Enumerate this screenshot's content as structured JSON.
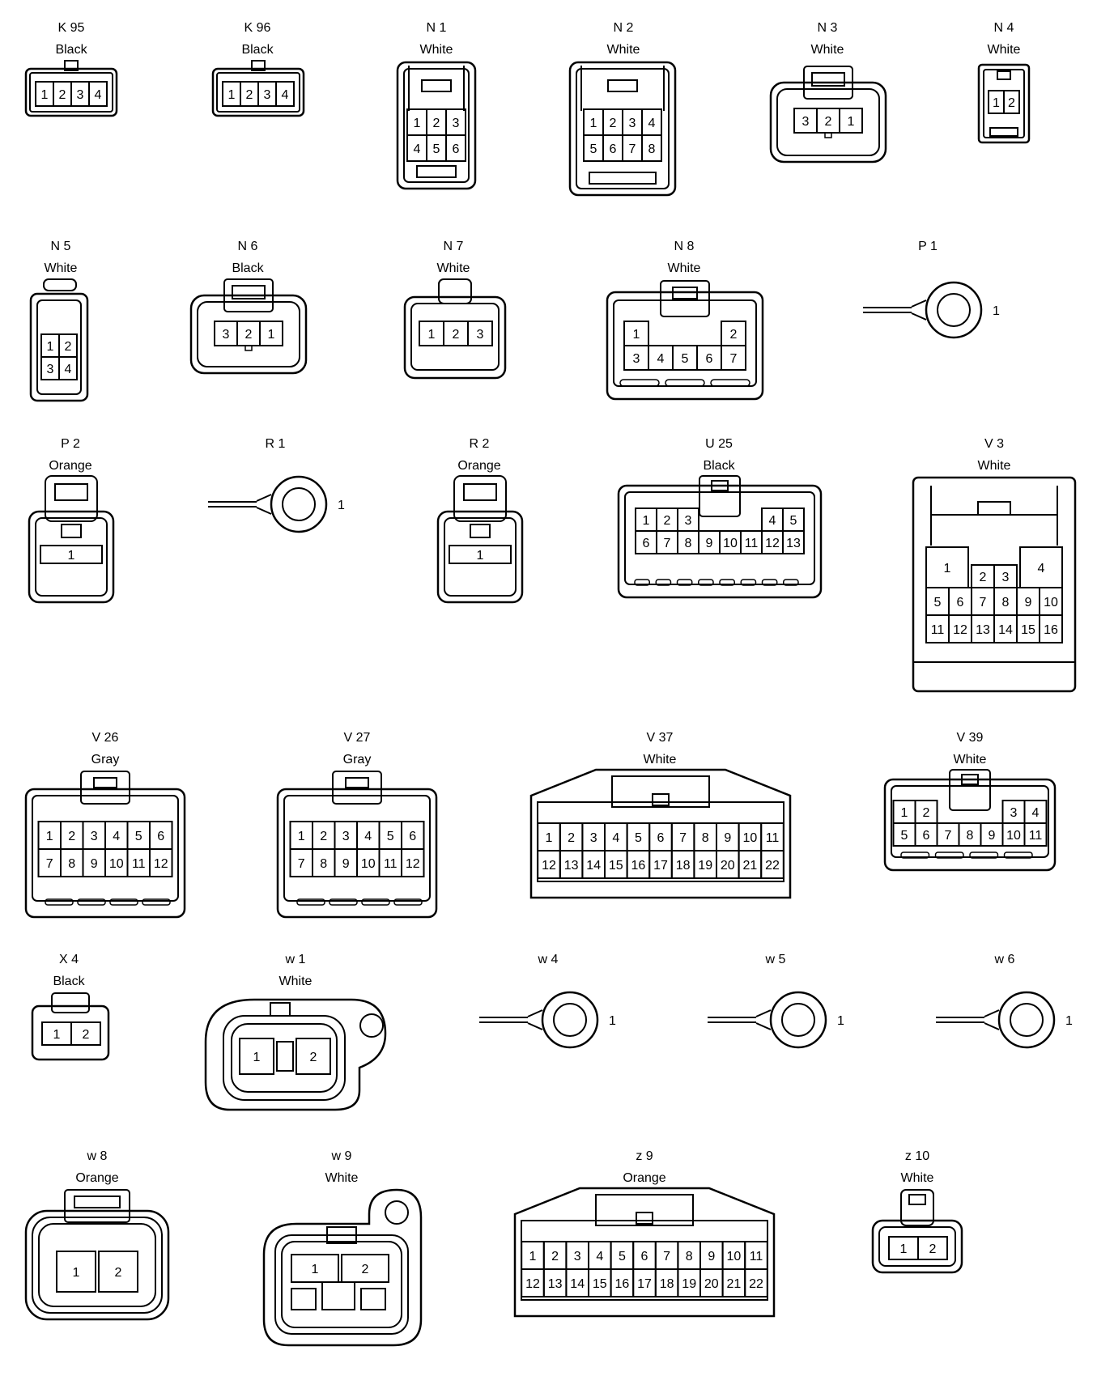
{
  "connectors": [
    {
      "id": "k95",
      "code": "K 95",
      "color": "Black",
      "kind": "row",
      "pins": [
        "1",
        "2",
        "3",
        "4"
      ]
    },
    {
      "id": "k96",
      "code": "K 96",
      "color": "Black",
      "kind": "row",
      "pins": [
        "1",
        "2",
        "3",
        "4"
      ]
    },
    {
      "id": "n1",
      "code": "N 1",
      "color": "White",
      "kind": "grid",
      "rows": [
        [
          "1",
          "2",
          "3"
        ],
        [
          "4",
          "5",
          "6"
        ]
      ]
    },
    {
      "id": "n2",
      "code": "N 2",
      "color": "White",
      "kind": "grid",
      "rows": [
        [
          "1",
          "2",
          "3",
          "4"
        ],
        [
          "5",
          "6",
          "7",
          "8"
        ]
      ]
    },
    {
      "id": "n3",
      "code": "N 3",
      "color": "White",
      "kind": "row",
      "pins": [
        "3",
        "2",
        "1"
      ]
    },
    {
      "id": "n4",
      "code": "N 4",
      "color": "White",
      "kind": "row",
      "pins": [
        "1",
        "2"
      ]
    },
    {
      "id": "n5",
      "code": "N 5",
      "color": "White",
      "kind": "grid",
      "rows": [
        [
          "1",
          "2"
        ],
        [
          "3",
          "4"
        ]
      ]
    },
    {
      "id": "n6",
      "code": "N 6",
      "color": "Black",
      "kind": "row",
      "pins": [
        "3",
        "2",
        "1"
      ]
    },
    {
      "id": "n7",
      "code": "N 7",
      "color": "White",
      "kind": "row",
      "pins": [
        "1",
        "2",
        "3"
      ]
    },
    {
      "id": "n8",
      "code": "N 8",
      "color": "White",
      "kind": "split",
      "top": [
        "1",
        "2"
      ],
      "bottom": [
        "3",
        "4",
        "5",
        "6",
        "7"
      ]
    },
    {
      "id": "p1",
      "code": "P 1",
      "color": "",
      "kind": "ring",
      "pins": [
        "1"
      ]
    },
    {
      "id": "p2",
      "code": "P 2",
      "color": "Orange",
      "kind": "single",
      "pins": [
        "1"
      ]
    },
    {
      "id": "r1",
      "code": "R 1",
      "color": "",
      "kind": "ring",
      "pins": [
        "1"
      ]
    },
    {
      "id": "r2",
      "code": "R 2",
      "color": "Orange",
      "kind": "single",
      "pins": [
        "1"
      ]
    },
    {
      "id": "u25",
      "code": "U 25",
      "color": "Black",
      "kind": "split2",
      "topL": [
        "1",
        "2",
        "3"
      ],
      "topR": [
        "4",
        "5"
      ],
      "bottom": [
        "6",
        "7",
        "8",
        "9",
        "10",
        "11",
        "12",
        "13"
      ]
    },
    {
      "id": "v3",
      "code": "V 3",
      "color": "White",
      "kind": "v3",
      "top": [
        "1",
        "2",
        "3",
        "4"
      ],
      "rows": [
        [
          "5",
          "6",
          "7",
          "8",
          "9",
          "10"
        ],
        [
          "11",
          "12",
          "13",
          "14",
          "15",
          "16"
        ]
      ]
    },
    {
      "id": "v26",
      "code": "V 26",
      "color": "Gray",
      "kind": "grid",
      "rows": [
        [
          "1",
          "2",
          "3",
          "4",
          "5",
          "6"
        ],
        [
          "7",
          "8",
          "9",
          "10",
          "11",
          "12"
        ]
      ]
    },
    {
      "id": "v27",
      "code": "V 27",
      "color": "Gray",
      "kind": "grid",
      "rows": [
        [
          "1",
          "2",
          "3",
          "4",
          "5",
          "6"
        ],
        [
          "7",
          "8",
          "9",
          "10",
          "11",
          "12"
        ]
      ]
    },
    {
      "id": "v37",
      "code": "V 37",
      "color": "White",
      "kind": "grid",
      "rows": [
        [
          "1",
          "2",
          "3",
          "4",
          "5",
          "6",
          "7",
          "8",
          "9",
          "10",
          "11"
        ],
        [
          "12",
          "13",
          "14",
          "15",
          "16",
          "17",
          "18",
          "19",
          "20",
          "21",
          "22"
        ]
      ]
    },
    {
      "id": "v39",
      "code": "V 39",
      "color": "White",
      "kind": "split2",
      "topL": [
        "1",
        "2"
      ],
      "topR": [
        "3",
        "4"
      ],
      "bottom": [
        "5",
        "6",
        "7",
        "8",
        "9",
        "10",
        "11"
      ]
    },
    {
      "id": "x4",
      "code": "X 4",
      "color": "Black",
      "kind": "row",
      "pins": [
        "1",
        "2"
      ]
    },
    {
      "id": "w1",
      "code": "w 1",
      "color": "White",
      "kind": "pair",
      "pins": [
        "1",
        "2"
      ]
    },
    {
      "id": "w4",
      "code": "w 4",
      "color": "",
      "kind": "ring",
      "pins": [
        "1"
      ]
    },
    {
      "id": "w5",
      "code": "w 5",
      "color": "",
      "kind": "ring",
      "pins": [
        "1"
      ]
    },
    {
      "id": "w6",
      "code": "w 6",
      "color": "",
      "kind": "ring",
      "pins": [
        "1"
      ]
    },
    {
      "id": "w8",
      "code": "w 8",
      "color": "Orange",
      "kind": "pair",
      "pins": [
        "1",
        "2"
      ]
    },
    {
      "id": "w9",
      "code": "w 9",
      "color": "White",
      "kind": "pair",
      "pins": [
        "1",
        "2"
      ]
    },
    {
      "id": "z9",
      "code": "z 9",
      "color": "Orange",
      "kind": "grid",
      "rows": [
        [
          "1",
          "2",
          "3",
          "4",
          "5",
          "6",
          "7",
          "8",
          "9",
          "10",
          "11"
        ],
        [
          "12",
          "13",
          "14",
          "15",
          "16",
          "17",
          "18",
          "19",
          "20",
          "21",
          "22"
        ]
      ]
    },
    {
      "id": "z10",
      "code": "z 10",
      "color": "White",
      "kind": "row",
      "pins": [
        "1",
        "2"
      ]
    }
  ],
  "colors": {
    "line": "#000000",
    "background": "#ffffff"
  }
}
